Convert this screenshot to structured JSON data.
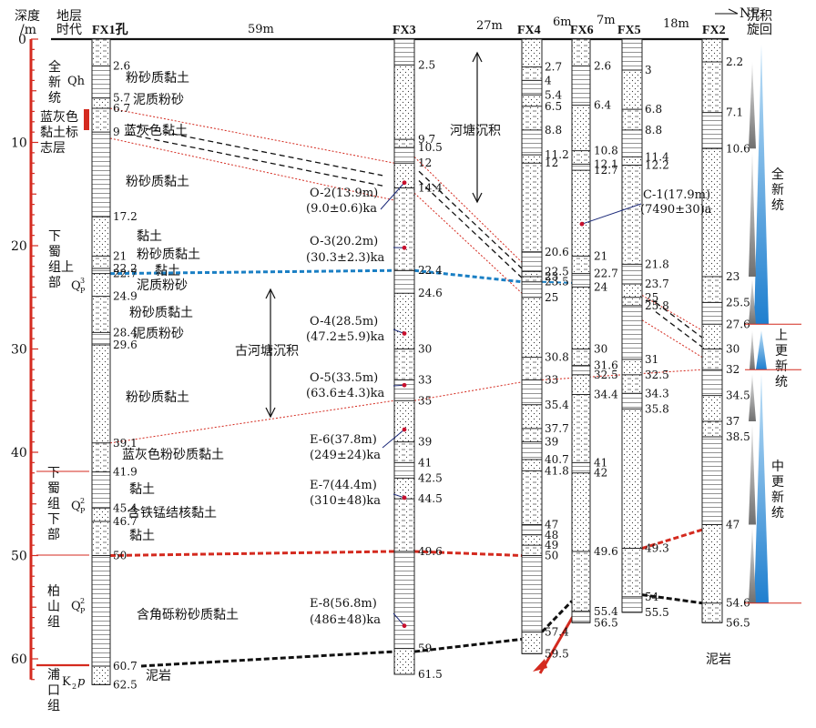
{
  "axis": {
    "title_line1": "深度",
    "title_line2": "/m",
    "ticks": [
      0,
      10,
      20,
      30,
      40,
      50,
      60
    ],
    "max_depth": 62
  },
  "header": {
    "strat_line1": "地层",
    "strat_line2": "时代",
    "cycle_line1": "沉积",
    "cycle_line2": "旋回",
    "ne_label": "NE",
    "distances": [
      {
        "label": "59m"
      },
      {
        "label": "27m"
      },
      {
        "label": "6m"
      },
      {
        "label": "7m"
      },
      {
        "label": "18m"
      }
    ]
  },
  "wells": [
    {
      "name": "FX1孔",
      "bottom": 62.5,
      "depths": [
        "2.6",
        "5.7",
        "6.7",
        "9",
        "17.2",
        "21",
        "22.2",
        "22.7",
        "24.9",
        "28.4",
        "29.6",
        "39.1",
        "41.9",
        "45.4",
        "46.7",
        "50",
        "60.7",
        "62.5"
      ]
    },
    {
      "name": "FX3",
      "bottom": 61.5,
      "depths": [
        "2.5",
        "9.7",
        "10.5",
        "12",
        "14.4",
        "22.4",
        "24.6",
        "30",
        "33",
        "35",
        "39",
        "41",
        "42.5",
        "44.5",
        "49.6",
        "59",
        "61.5"
      ]
    },
    {
      "name": "FX4",
      "bottom": 59.5,
      "depths": [
        "2.7",
        "4",
        "5.4",
        "6.5",
        "8.8",
        "11.2",
        "12",
        "20.6",
        "22.5",
        "23",
        "23.5",
        "25",
        "30.8",
        "33",
        "35.4",
        "37.7",
        "39",
        "40.7",
        "41.8",
        "47",
        "48",
        "49",
        "50",
        "57.4",
        "59.5"
      ]
    },
    {
      "name": "FX6",
      "bottom": 56.5,
      "depths": [
        "2.6",
        "6.4",
        "10.8",
        "12.1",
        "12.7",
        "21",
        "22.7",
        "24",
        "30",
        "31.6",
        "32.5",
        "34.4",
        "41",
        "42",
        "49.6",
        "55.4",
        "56.5"
      ]
    },
    {
      "name": "FX5",
      "bottom": 55.5,
      "depths": [
        "3",
        "6.8",
        "8.8",
        "11.4",
        "12.2",
        "21.8",
        "23.7",
        "25",
        "25.8",
        "31",
        "32.5",
        "34.3",
        "35.8",
        "49.3",
        "54",
        "55.5"
      ]
    },
    {
      "name": "FX2",
      "bottom": 56.5,
      "depths": [
        "2.2",
        "7.1",
        "10.6",
        "23",
        "25.5",
        "27.6",
        "30",
        "32",
        "34.5",
        "37",
        "38.5",
        "47",
        "54.6",
        "56.5"
      ]
    }
  ],
  "strata": [
    {
      "line1": "全",
      "line2": "新",
      "line3": "统"
    },
    {
      "code": "Qh"
    },
    {
      "line1": "蓝灰色",
      "line2": "黏土标",
      "line3": "志层"
    },
    {
      "line1": "下",
      "line2": "蜀",
      "line3": "组上",
      "line4": "部"
    },
    {
      "code": "Q",
      "sup": "3",
      "sub": "P"
    },
    {
      "line1": "下",
      "line2": "蜀",
      "line3": "组",
      "line4": "下",
      "line5": "部"
    },
    {
      "code": "Q",
      "sup": "2",
      "sub": "P"
    },
    {
      "line1": "柏",
      "line2": "山",
      "line3": "组"
    },
    {
      "code": "Q",
      "sup": "2",
      "sub": "P"
    },
    {
      "line1": "浦",
      "line2": "口",
      "line3": "组"
    },
    {
      "code": "K",
      "sub": "2",
      "tail": "p"
    }
  ],
  "lithology": [
    "粉砂质黏土",
    "泥质粉砂",
    "蓝灰色黏土",
    "粉砂质黏土",
    "黏土",
    "粉砂质黏土",
    "黏土",
    "泥质粉砂",
    "粉砂质黏土",
    "泥质粉砂",
    "粉砂质黏土",
    "蓝灰色粉砂质黏土",
    "黏土",
    "含铁锰结核黏土",
    "黏土",
    "含角砾粉砂质黏土",
    "泥岩",
    "泥岩"
  ],
  "annotations": {
    "pond": "河塘沉积",
    "ancient_pond": "古河塘沉积"
  },
  "samples": [
    {
      "id": "O-2(13.9m)",
      "age": "(9.0±0.6)ka"
    },
    {
      "id": "O-3(20.2m)",
      "age": "(30.3±2.3)ka"
    },
    {
      "id": "O-4(28.5m)",
      "age": "(47.2±5.9)ka"
    },
    {
      "id": "O-5(33.5m)",
      "age": "(63.6±4.3)ka"
    },
    {
      "id": "E-6(37.8m)",
      "age": "(249±24)ka"
    },
    {
      "id": "E-7(44.4m)",
      "age": "(310±48)ka"
    },
    {
      "id": "E-8(56.8m)",
      "age": "(486±48)ka"
    },
    {
      "id": "C-1(17.9m)",
      "age": "(7490±30)a"
    }
  ],
  "cycles": [
    {
      "label1": "全",
      "label2": "新",
      "label3": "统"
    },
    {
      "label1": "上",
      "label2": "更",
      "label3": "新",
      "label4": "统"
    },
    {
      "label1": "中",
      "label2": "更",
      "label3": "新",
      "label4": "统"
    }
  ],
  "colors": {
    "depth_axis": "#d42a1f",
    "marker_red": "#d42a1f",
    "blue_dash": "#1a7fc4",
    "cycle_blue": "#1f7fcf",
    "cycle_gray": "#7a7a7a",
    "sample_dot": "#c8102e",
    "leader": "#1c2a7a"
  }
}
